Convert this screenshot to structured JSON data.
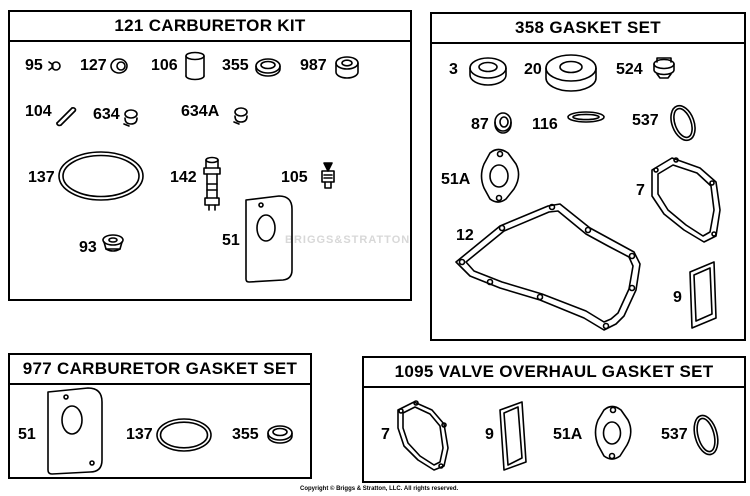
{
  "panels": {
    "carb_kit": {
      "title": "121 CARBURETOR KIT",
      "labels": {
        "p95": "95",
        "p127": "127",
        "p106": "106",
        "p355": "355",
        "p987": "987",
        "p104": "104",
        "p634": "634",
        "p634a": "634A",
        "p137": "137",
        "p142": "142",
        "p105": "105",
        "p93": "93",
        "p51": "51"
      }
    },
    "gasket_set": {
      "title": "358 GASKET SET",
      "labels": {
        "p3": "3",
        "p20": "20",
        "p524": "524",
        "p87": "87",
        "p116": "116",
        "p537": "537",
        "p51a": "51A",
        "p7": "7",
        "p12": "12",
        "p9": "9"
      }
    },
    "carb_gasket_set": {
      "title": "977 CARBURETOR GASKET SET",
      "labels": {
        "p51": "51",
        "p137": "137",
        "p355": "355"
      }
    },
    "valve_set": {
      "title": "1095 VALVE OVERHAUL GASKET SET",
      "labels": {
        "p7": "7",
        "p9": "9",
        "p51a": "51A",
        "p537": "537"
      }
    }
  },
  "watermark": "BRIGGS&STRATTON",
  "copyright": "Copyright © Briggs & Stratton, LLC. All rights reserved."
}
